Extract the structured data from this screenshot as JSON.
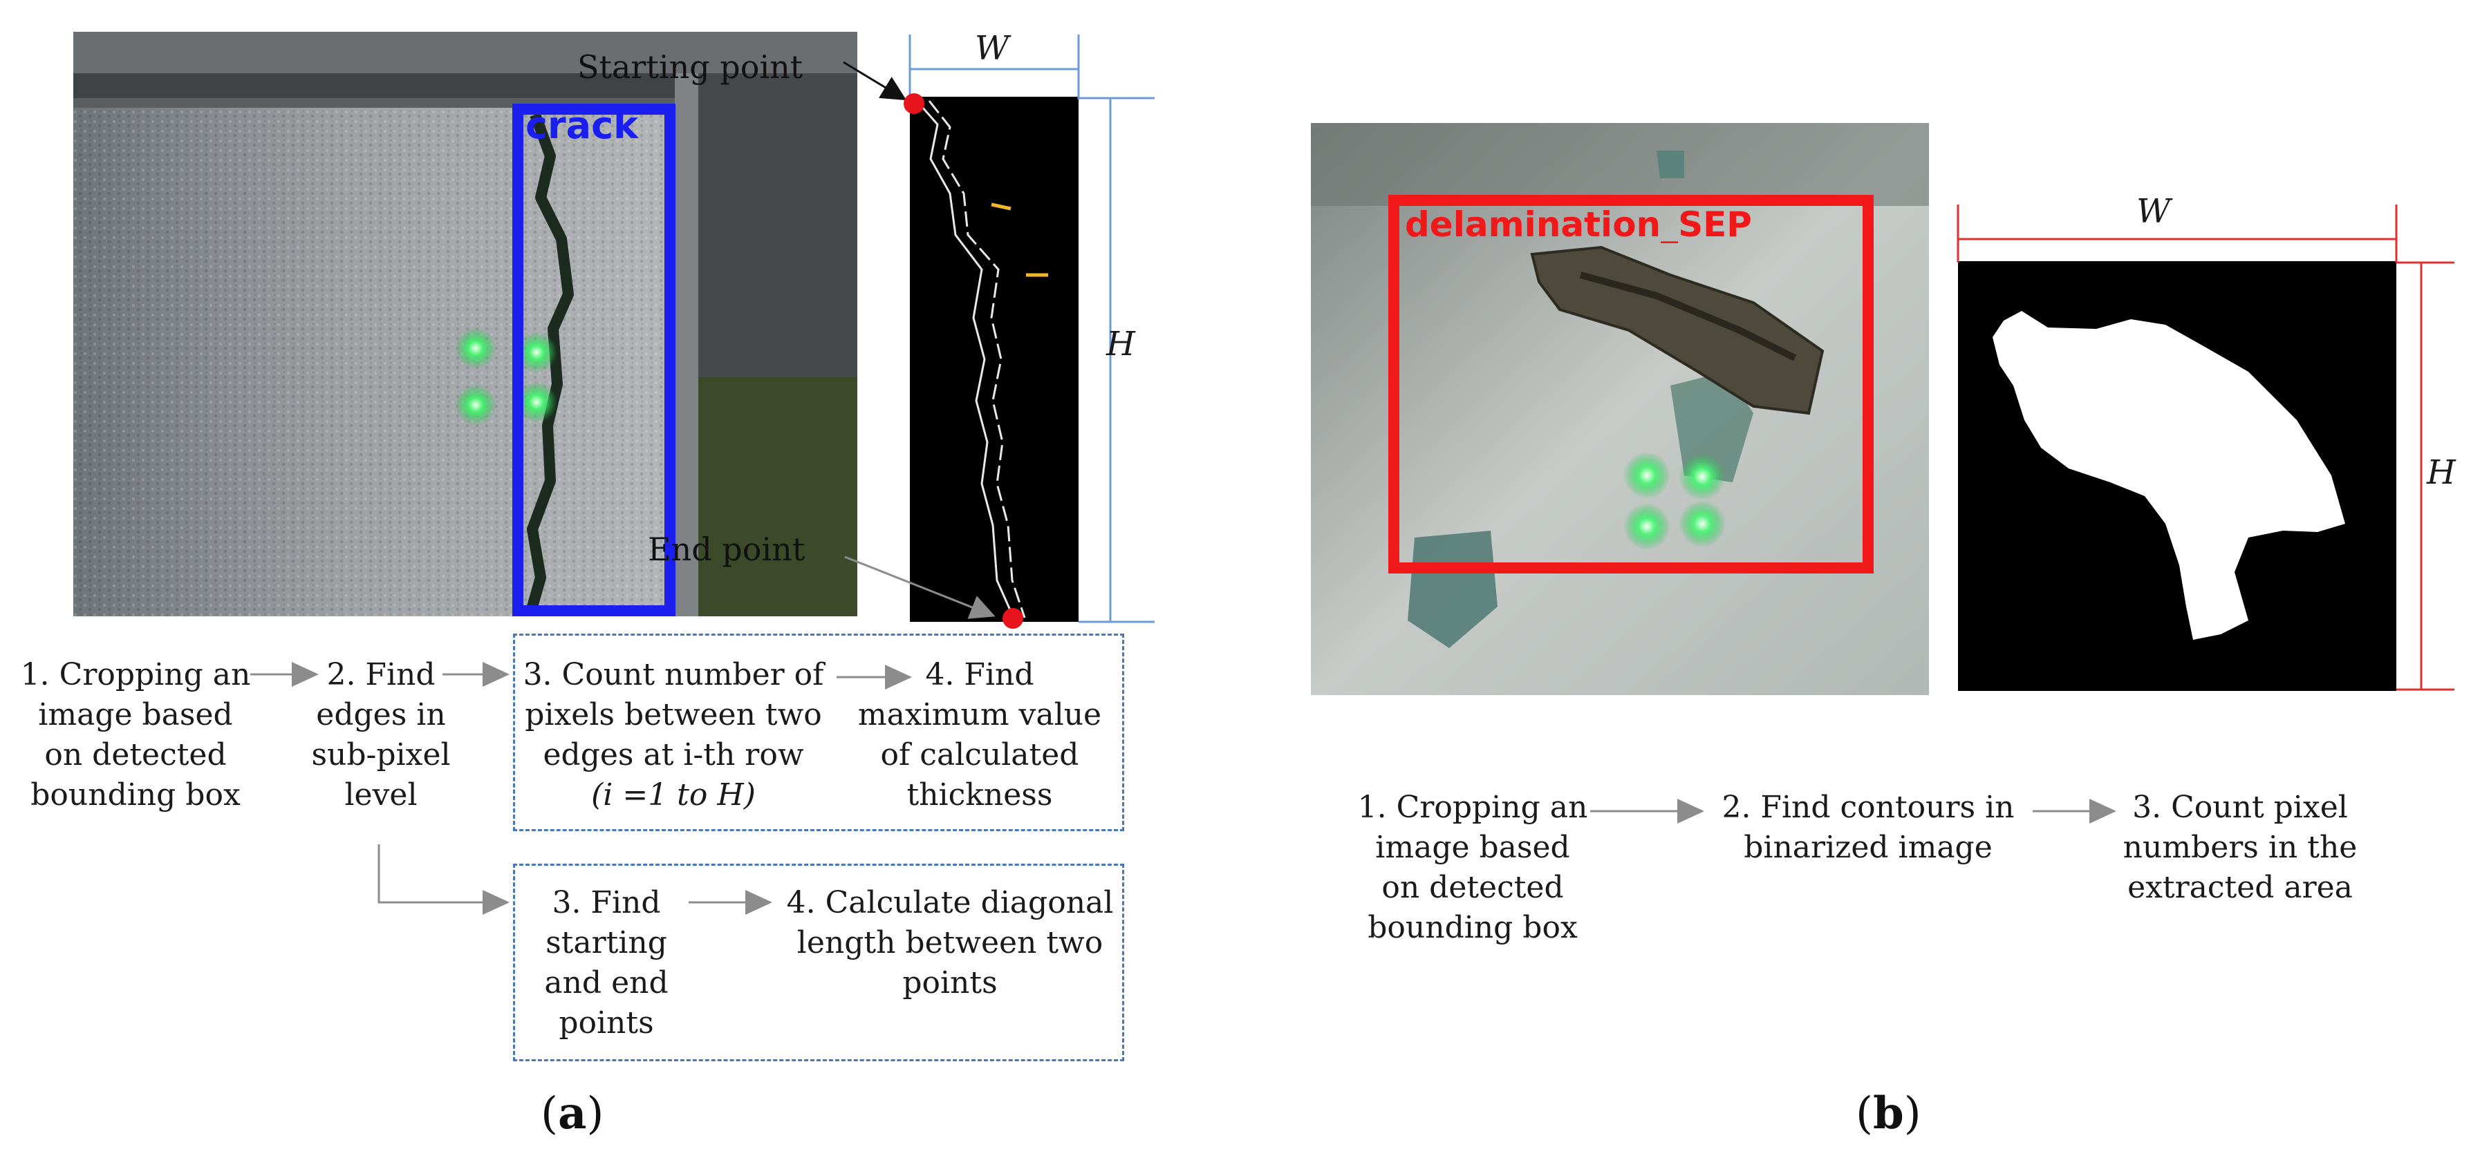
{
  "panel_a": {
    "photo_label": "crack",
    "annotations": {
      "start": "Starting point",
      "end": "End point"
    },
    "dims": {
      "w": "W",
      "h": "H"
    },
    "steps": {
      "s1": "1. Cropping an image based on detected bounding box",
      "s2": "2. Find edges in sub-pixel level",
      "s3a": "3. Count number of pixels between two edges at i-th row",
      "s3a_range": "(i =1 to H)",
      "s4a": "4. Find maximum value of calculated thickness",
      "s3b": "3. Find starting and end points",
      "s4b": "4. Calculate diagonal length between two points"
    },
    "caption": {
      "open": "(",
      "letter": "a",
      "close": ")"
    }
  },
  "panel_b": {
    "photo_label": "delamination_SEP",
    "dims": {
      "w": "W",
      "h": "H"
    },
    "steps": {
      "s1": "1. Cropping an image based on detected bounding box",
      "s2": "2. Find contours in binarized image",
      "s3": "3. Count pixel numbers in the extracted area"
    },
    "caption": {
      "open": "(",
      "letter": "b",
      "close": ")"
    }
  },
  "colors": {
    "crack_box": "#1a1ff0",
    "delam_box": "#f01818",
    "dimension_line_a": "#6e9ad8",
    "dimension_line_b": "#e03030",
    "marker": "#e8141c",
    "dashed_border": "#4a78b5",
    "arrow": "#8c8c8c"
  }
}
